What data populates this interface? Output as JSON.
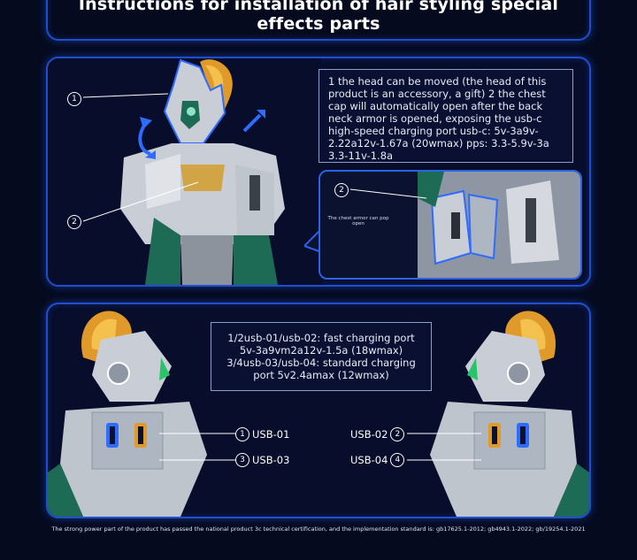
{
  "title": "Instructions for installation of hair styling special effects parts",
  "panel1": {
    "description": "1 the head can be moved (the head of this product is an accessory, a gift) 2 the chest cap will automatically open after the back neck armor is opened, exposing the usb-c high-speed charging port usb-c: 5v-3a9v-2.22a12v-1.67a (20wmax) pps: 3.3-5.9v-3a 3.3-11v-1.8a",
    "marker_1": "1",
    "marker_2": "2",
    "inset_marker": "2",
    "inset_caption": "The chest armor can pop open"
  },
  "panel2": {
    "description_line1": "1/2usb-01/usb-02: fast charging port",
    "description_line2": "5v-3a9vm2a12v-1.5a (18wmax)",
    "description_line3": "3/4usb-03/usb-04: standard charging",
    "description_line4": "port 5v2.4amax (12wmax)",
    "usb01": {
      "num": "1",
      "label": "USB-01"
    },
    "usb03": {
      "num": "3",
      "label": "USB-03"
    },
    "usb02": {
      "num": "2",
      "label": "USB-02"
    },
    "usb04": {
      "num": "4",
      "label": "USB-04"
    }
  },
  "footer": "The strong power part of the product has passed the national product 3c technical certification, and the implementation standard is: gb17625.1-2012; gb4943.1-2022; gb/19254.1-2021",
  "colors": {
    "background": "#050a1f",
    "frame": "#1f4fd0",
    "arrow": "#2e6bff",
    "armor": "#c9ced6",
    "hair": "#e09a2a",
    "accent_green": "#1d6a55"
  }
}
